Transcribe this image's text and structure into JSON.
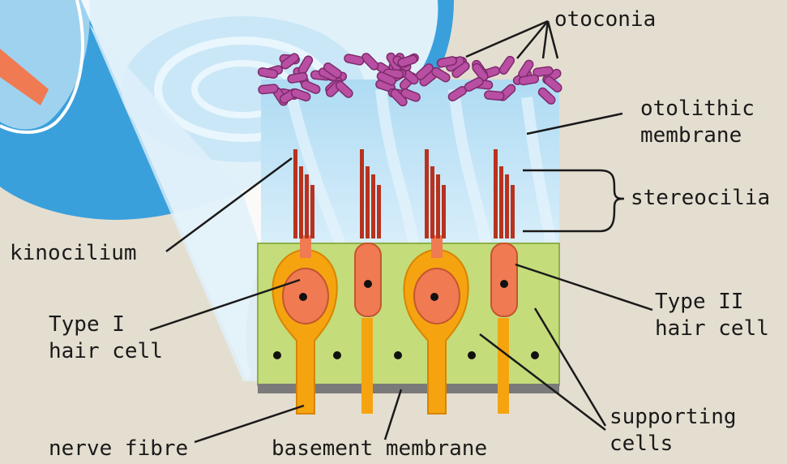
{
  "labels": {
    "otoconia": "otoconia",
    "otolithic_membrane": [
      "otolithic",
      "membrane"
    ],
    "stereocilia": "stereocilia",
    "kinocilium": "kinocilium",
    "type1_hair_cell": [
      "Type I",
      "hair cell"
    ],
    "type2_hair_cell": [
      "Type II",
      "hair cell"
    ],
    "supporting_cells": [
      "supporting",
      "cells"
    ],
    "nerve_fibre": "nerve fibre",
    "basement_membrane": "basement membrane"
  },
  "colors": {
    "background": "#e4ded0",
    "ear_blue": "#3aa0dc",
    "membrane": "#bfe2f4",
    "otoconia": "#b84fa2",
    "stereocilia": "#b8321e",
    "hair_cell": "#f07a52",
    "nerve": "#f5a410",
    "supporting_tissue": "#c4dc7a",
    "basement": "#7a7a7a"
  }
}
